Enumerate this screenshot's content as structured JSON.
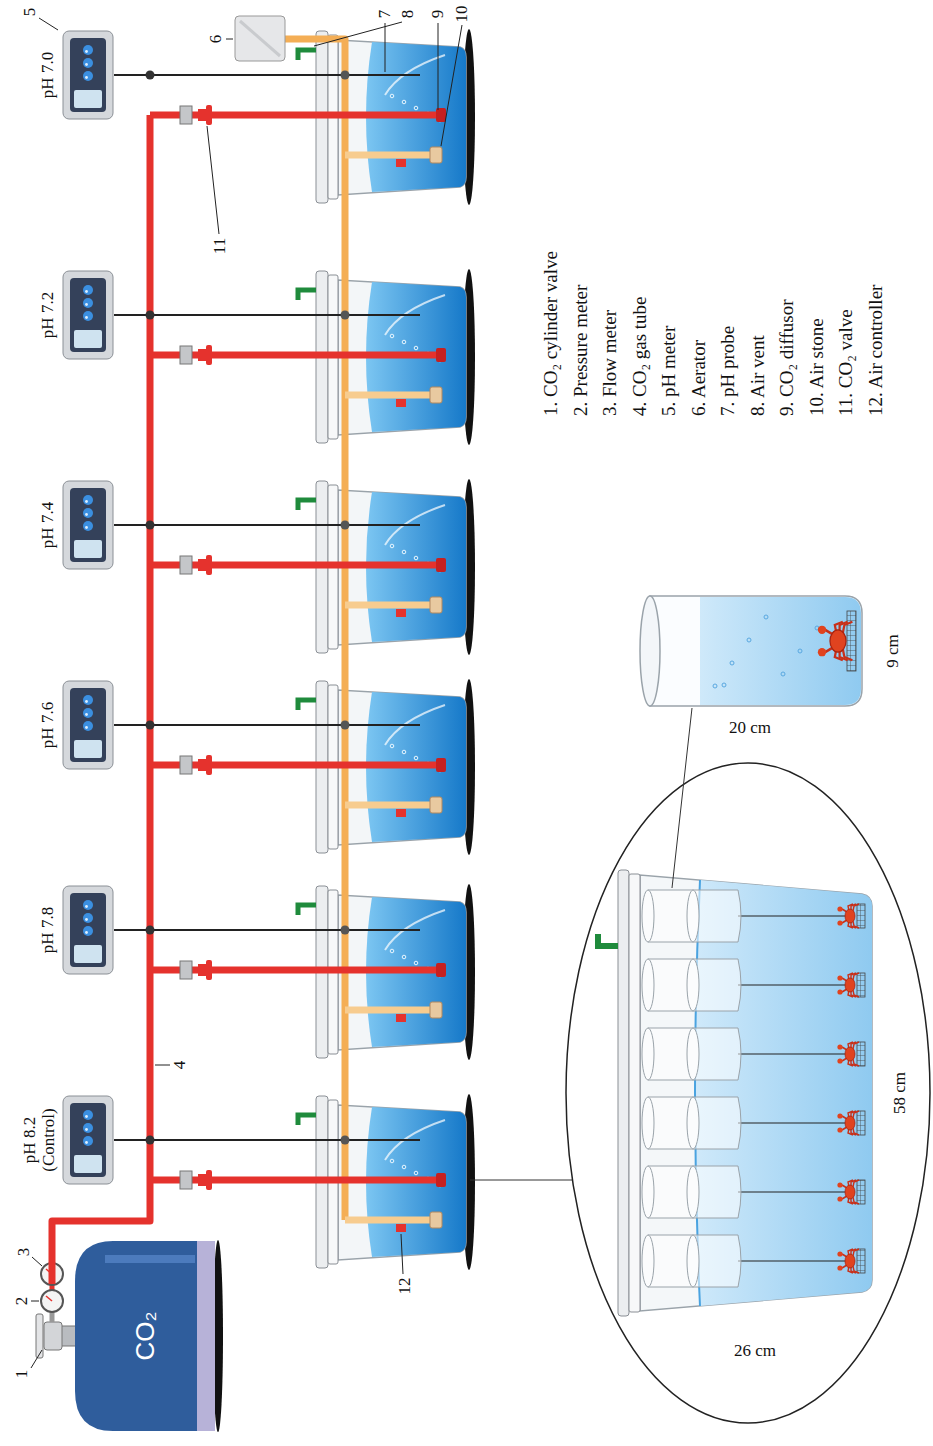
{
  "diagram": {
    "nodes": [
      {
        "text": [
          "CO₂"
        ]
      },
      {
        "text": [
          "pH 8.2 (Control)"
        ]
      },
      {
        "text": [
          "pH 7.8"
        ]
      },
      {
        "text": [
          "pH 7.6"
        ]
      },
      {
        "text": [
          "pH 7.4"
        ]
      },
      {
        "text": [
          "pH 7.2"
        ]
      },
      {
        "text": [
          "pH 7.0"
        ]
      }
    ],
    "labels": [
      "1",
      "2",
      "3",
      "4",
      "5",
      "6",
      "7",
      "8",
      "9",
      "10",
      "11",
      "12",
      "20 cm",
      "9 cm",
      "26 cm",
      "58 cm",
      "1. CO₂ cylinder valve",
      "2. Pressure meter",
      "3. Flow meter",
      "4. CO₂ gas tube",
      "5. pH meter",
      "6. Aerator",
      "7. pH probe",
      "8. Air vent",
      "9. CO₂ diffusor",
      "10. Air stone",
      "11. CO₂ valve",
      "12. Air controller"
    ]
  }
}
